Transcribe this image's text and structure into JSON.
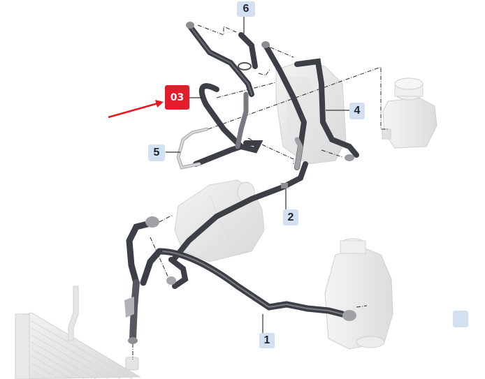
{
  "diagram": {
    "type": "exploded-parts-diagram",
    "subject": "coolant hoses and expansion tanks",
    "colors": {
      "highlight_badge": "#e11d2b",
      "callout_bg": "#d3e0f0",
      "callout_text": "#1b2433",
      "hose_dark": "#3c3f45",
      "hose_light": "#a9abaf",
      "part_ghost": "#e6e6e6",
      "arrow": "#e8191e"
    },
    "highlight": {
      "label": "03"
    },
    "callouts": [
      {
        "id": "6",
        "label": "6"
      },
      {
        "id": "4",
        "label": "4"
      },
      {
        "id": "5",
        "label": "5"
      },
      {
        "id": "2",
        "label": "2"
      },
      {
        "id": "1",
        "label": "1"
      },
      {
        "id": "blank",
        "label": ""
      }
    ]
  }
}
